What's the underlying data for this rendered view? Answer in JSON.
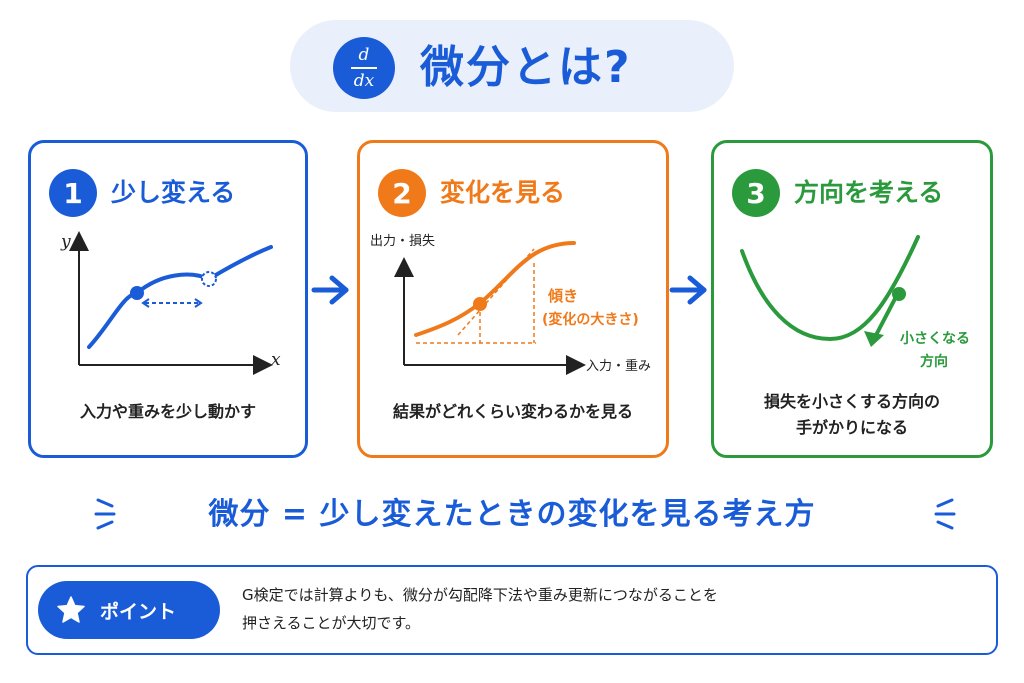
{
  "header": {
    "badge_numerator": "d",
    "badge_denominator": "dx",
    "title": "微分とは?"
  },
  "steps": [
    {
      "number": "1",
      "title": "少し変える",
      "axis_y": "y",
      "axis_x": "x",
      "caption": "入力や重みを少し動かす"
    },
    {
      "number": "2",
      "title": "変化を見る",
      "axis_y": "出力・損失",
      "axis_x": "入力・重み",
      "annotation_line1": "傾き",
      "annotation_line2": "(変化の大きさ)",
      "caption": "結果がどれくらい変わるかを見る"
    },
    {
      "number": "3",
      "title": "方向を考える",
      "annotation_line1": "小さくなる",
      "annotation_line2": "方向",
      "caption_line1": "損失を小さくする方向の",
      "caption_line2": "手がかりになる"
    }
  ],
  "summary": "微分 = 少し変えたときの変化を見る考え方",
  "point": {
    "label": "ポイント",
    "text_line1": "G検定では計算よりも、微分が勾配降下法や重み更新につながることを",
    "text_line2": "押さえることが大切です。"
  },
  "colors": {
    "blue": "#1a5cd8",
    "orange": "#f07a1a",
    "green": "#2a9a3c",
    "title_bg": "#e9f0fb"
  },
  "icons": {
    "badge": "derivative-icon",
    "arrow": "arrow-right-icon",
    "point": "star-icon"
  }
}
